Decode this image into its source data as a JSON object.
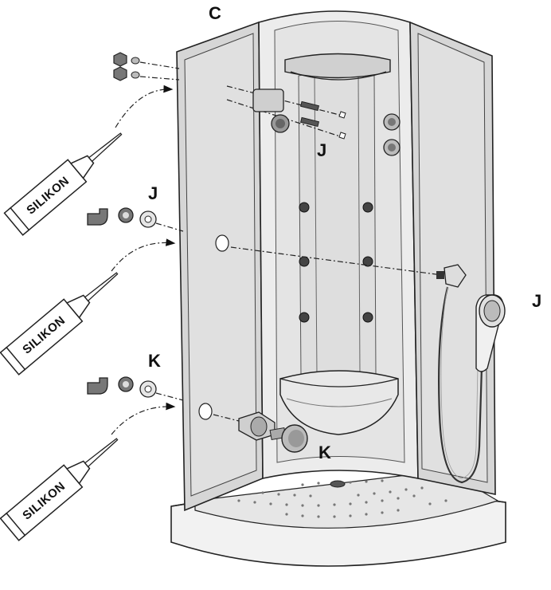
{
  "labels": {
    "top_panel": "C",
    "mixer_bracket": "J",
    "left_inlet_upper": "J",
    "hand_shower": "J",
    "left_inlet_lower": "K",
    "thermostat": "K"
  },
  "sealant": {
    "tube_label": "SILIKON"
  },
  "colors": {
    "panel": "#e4e4e4",
    "panel_dark": "#cfcfcf",
    "outline": "#222222"
  }
}
